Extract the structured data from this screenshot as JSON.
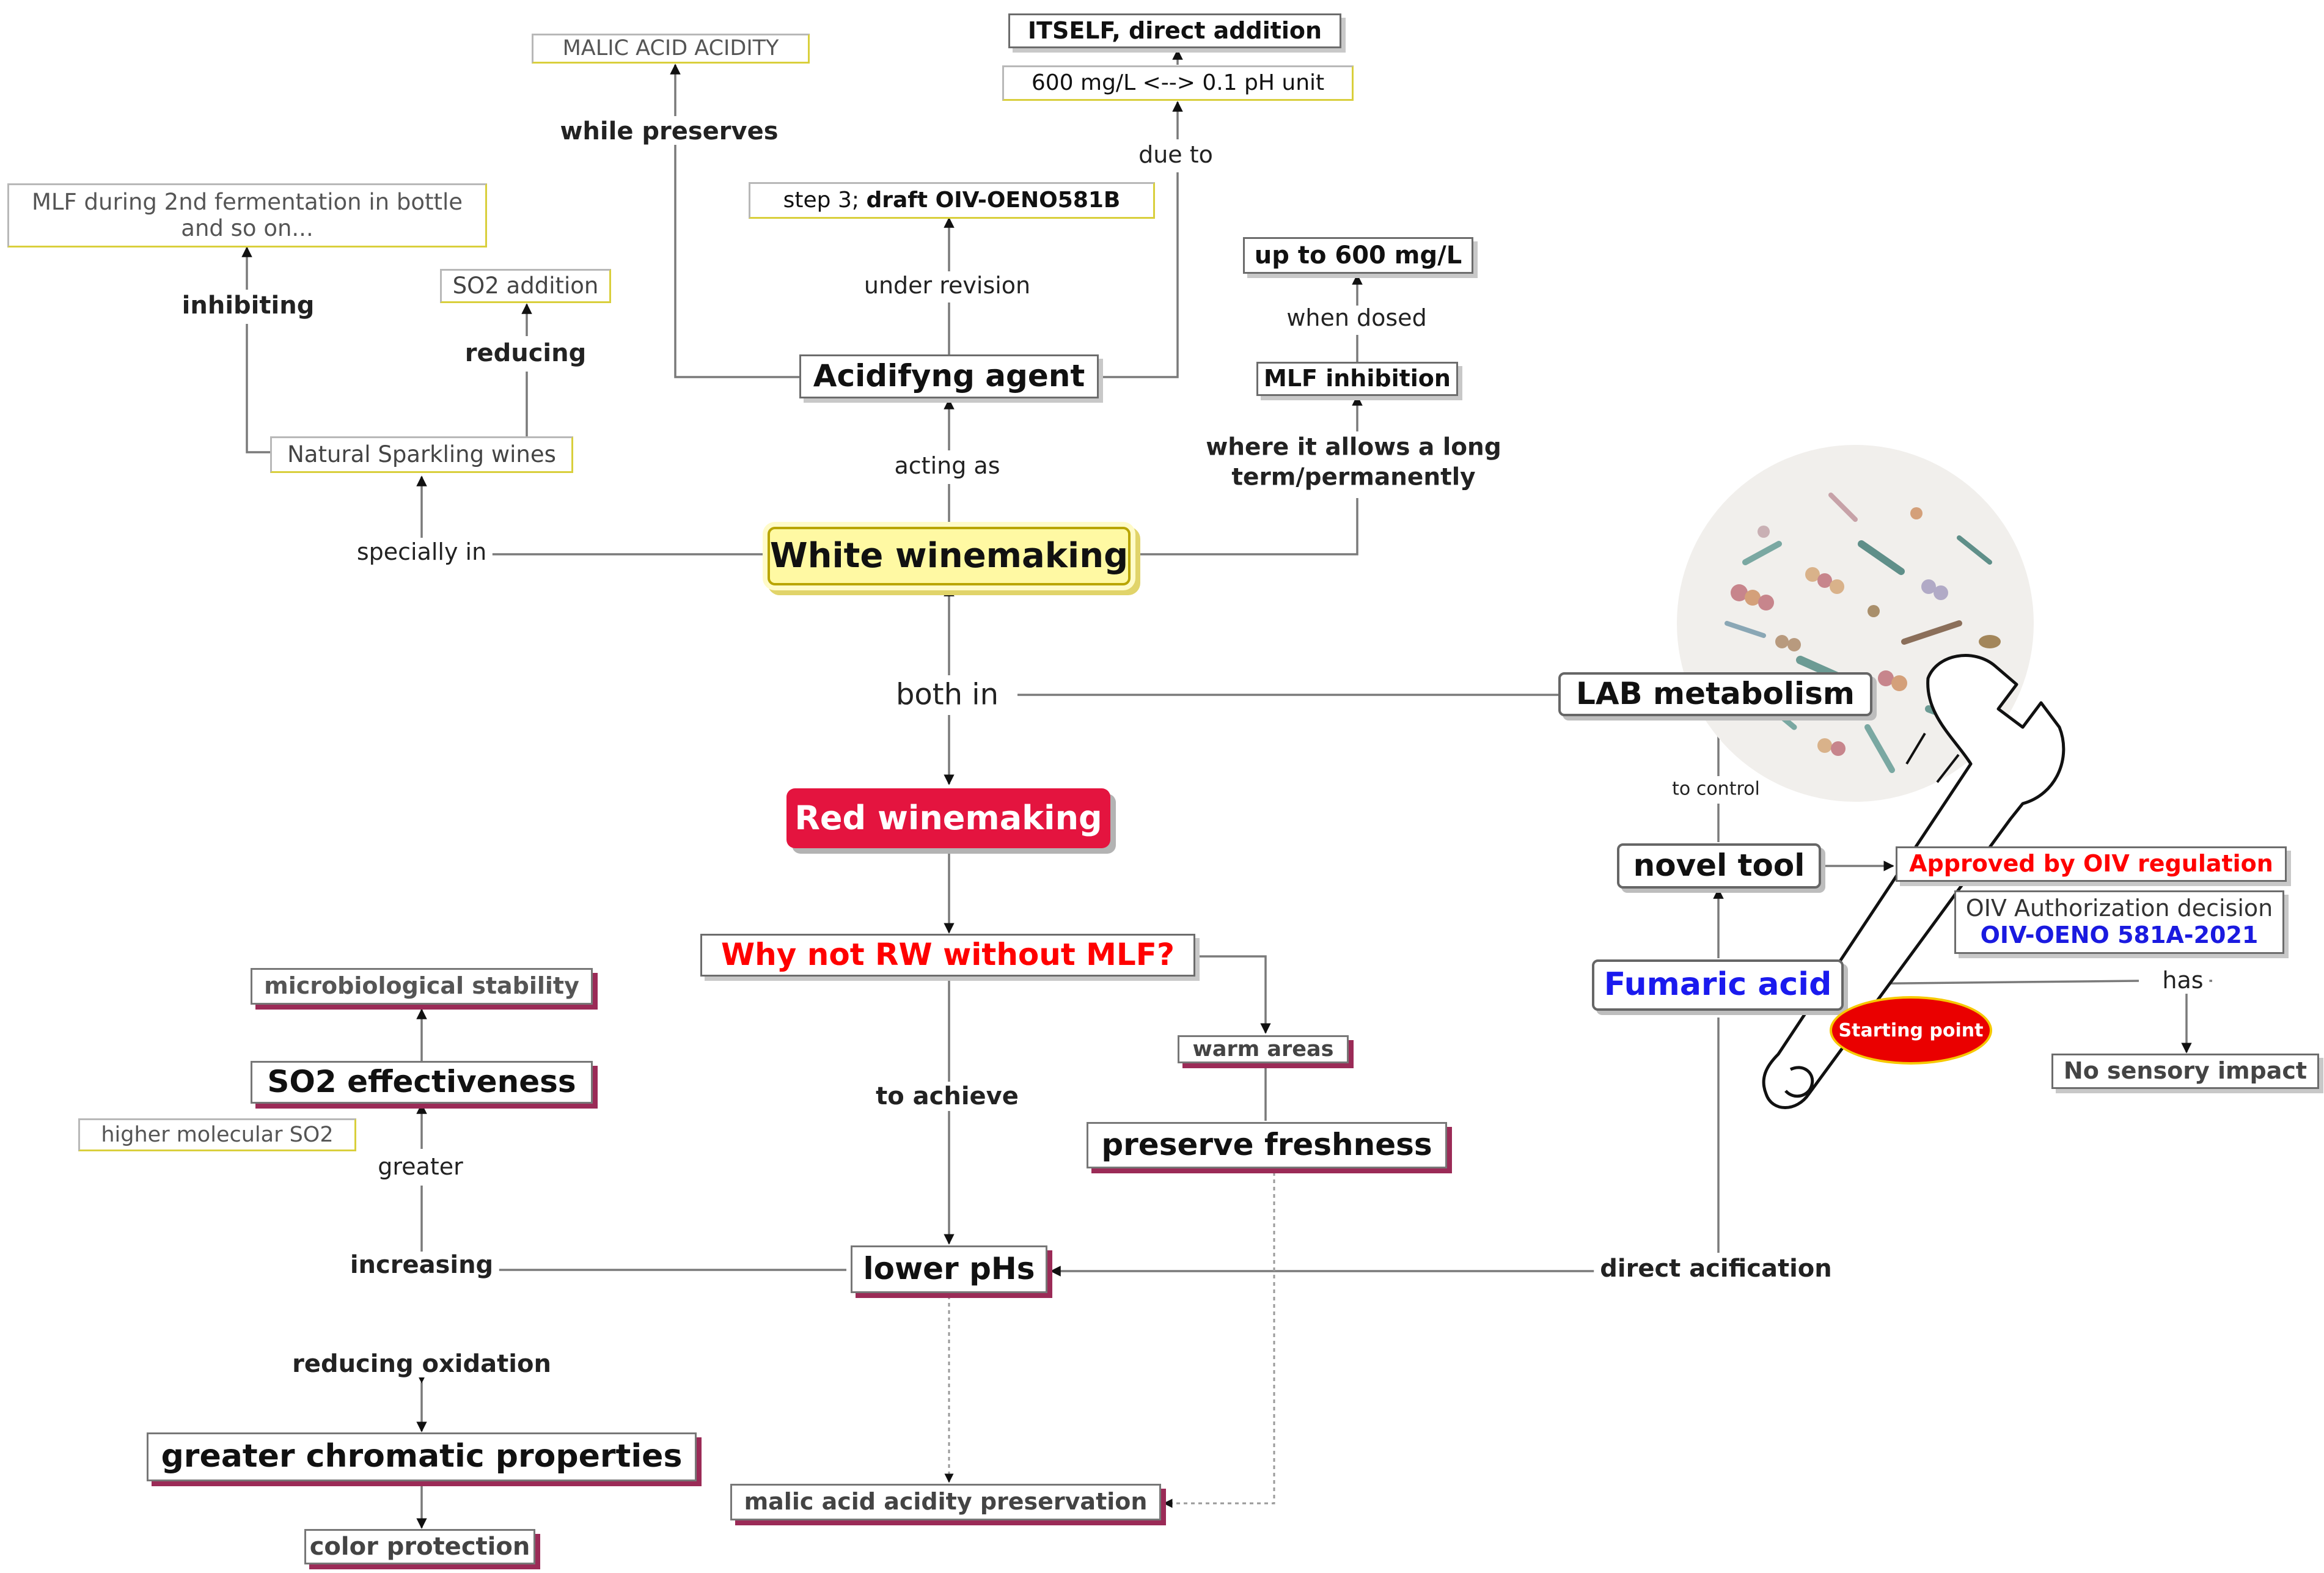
{
  "nodes": {
    "malic_acid_acidity": "MALIC ACID ACIDITY",
    "itself_direct_addition": "ITSELF, direct addition",
    "ratio_600": "600 mg/L <--> 0.1 pH unit",
    "mlf_2nd_fermentation_l1": "MLF during 2nd fermentation in bottle",
    "mlf_2nd_fermentation_l2": "and so on...",
    "step3_prefix": "step 3; ",
    "step3_bold": "draft OIV-OENO581B",
    "up_to_600": "up to 600 mg/L",
    "so2_addition": "SO2 addition",
    "acidifyng_agent": "Acidifyng agent",
    "mlf_inhibition": "MLF inhibition",
    "natural_sparkling": "Natural Sparkling wines",
    "white_winemaking": "White winemaking",
    "lab_metabolism": "LAB metabolism",
    "red_winemaking": "Red winemaking",
    "novel_tool": "novel tool",
    "approved_oiv": "Approved by OIV regulation",
    "oiv_authorization_l1": "OIV Authorization decision",
    "oiv_authorization_l2": "OIV-OENO 581A-2021",
    "why_not_rw": "Why not RW without MLF?",
    "microbiological_stability": "microbiological stability",
    "fumaric_acid": "Fumaric acid",
    "starting_point": "Starting point",
    "warm_areas": "warm areas",
    "no_sensory_impact": "No sensory impact",
    "so2_effectiveness": "SO2 effectiveness",
    "higher_molecular_so2": "higher molecular SO2",
    "preserve_freshness": "preserve freshness",
    "lower_phs": "lower pHs",
    "greater_chromatic": "greater chromatic properties",
    "malic_acid_preservation": "malic acid acidity preservation",
    "color_protection": "color protection"
  },
  "links": {
    "while_preserves": "while preserves",
    "due_to": "due to",
    "inhibiting": "inhibiting",
    "under_revision": "under revision",
    "reducing": "reducing",
    "when_dosed": "when dosed",
    "acting_as": "acting as",
    "where_allows_l1": "where it allows a long",
    "where_allows_l2": "term/permanently",
    "specially_in": "specially in",
    "both_in": "both in",
    "to_control": "to control",
    "has": "has",
    "to_achieve": "to achieve",
    "greater": "greater",
    "increasing": "increasing",
    "direct_acification": "direct acification",
    "reducing_oxidation": "reducing oxidation"
  },
  "colors": {
    "approved_text": "#ff0000",
    "oiv_code_text": "#1a1ae0",
    "fumaric_text": "#1a1aee",
    "why_not_text": "#ff0000",
    "red_node_fill": "#e4143f",
    "white_node_fill": "#fff9a3",
    "connector": "#777777"
  }
}
